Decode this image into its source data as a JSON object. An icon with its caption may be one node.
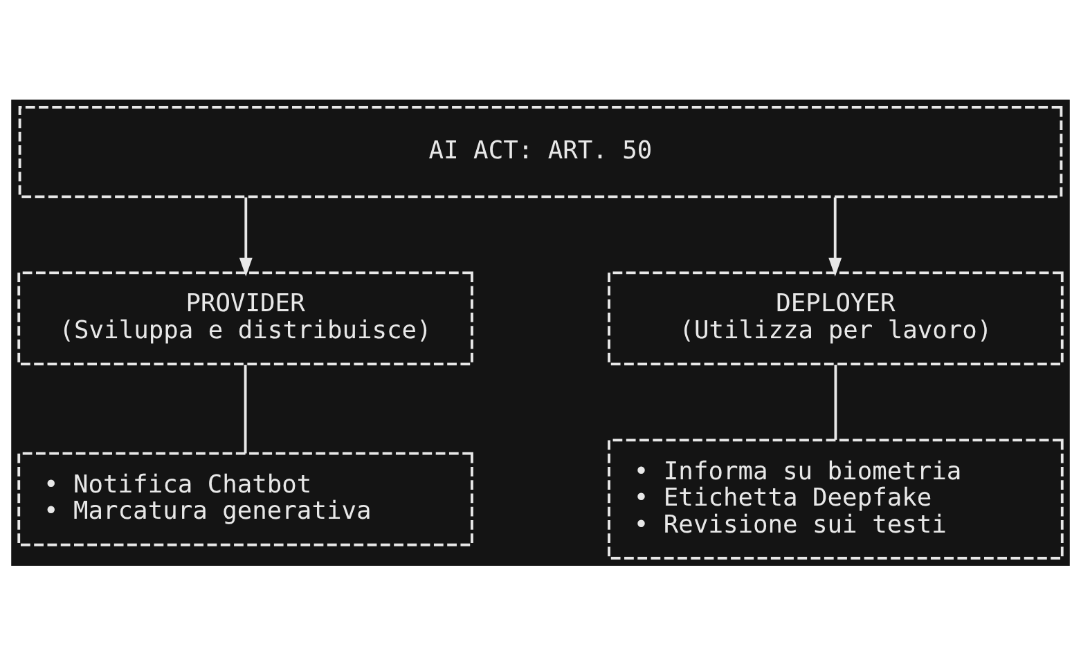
{
  "diagram": {
    "nodes": [
      {
        "text": [
          "AI ACT: ART. 50"
        ]
      },
      {
        "text": [
          "PROVIDER",
          "(Sviluppa e distribuisce)"
        ]
      },
      {
        "text": [
          "DEPLOYER",
          "(Utilizza per lavoro)"
        ]
      },
      {
        "text": [
          "• Notifica Chatbot",
          "• Marcatura generativa"
        ]
      },
      {
        "text": [
          "• Informa su biometria",
          "• Etichetta Deepfake",
          "• Revisione sui testi"
        ]
      }
    ],
    "edges": [
      {
        "from": 0,
        "to": 1,
        "arrow": "to"
      },
      {
        "from": 0,
        "to": 2,
        "arrow": "to"
      },
      {
        "from": 1,
        "to": 3,
        "arrow": "none"
      },
      {
        "from": 2,
        "to": 4,
        "arrow": "none"
      }
    ]
  }
}
